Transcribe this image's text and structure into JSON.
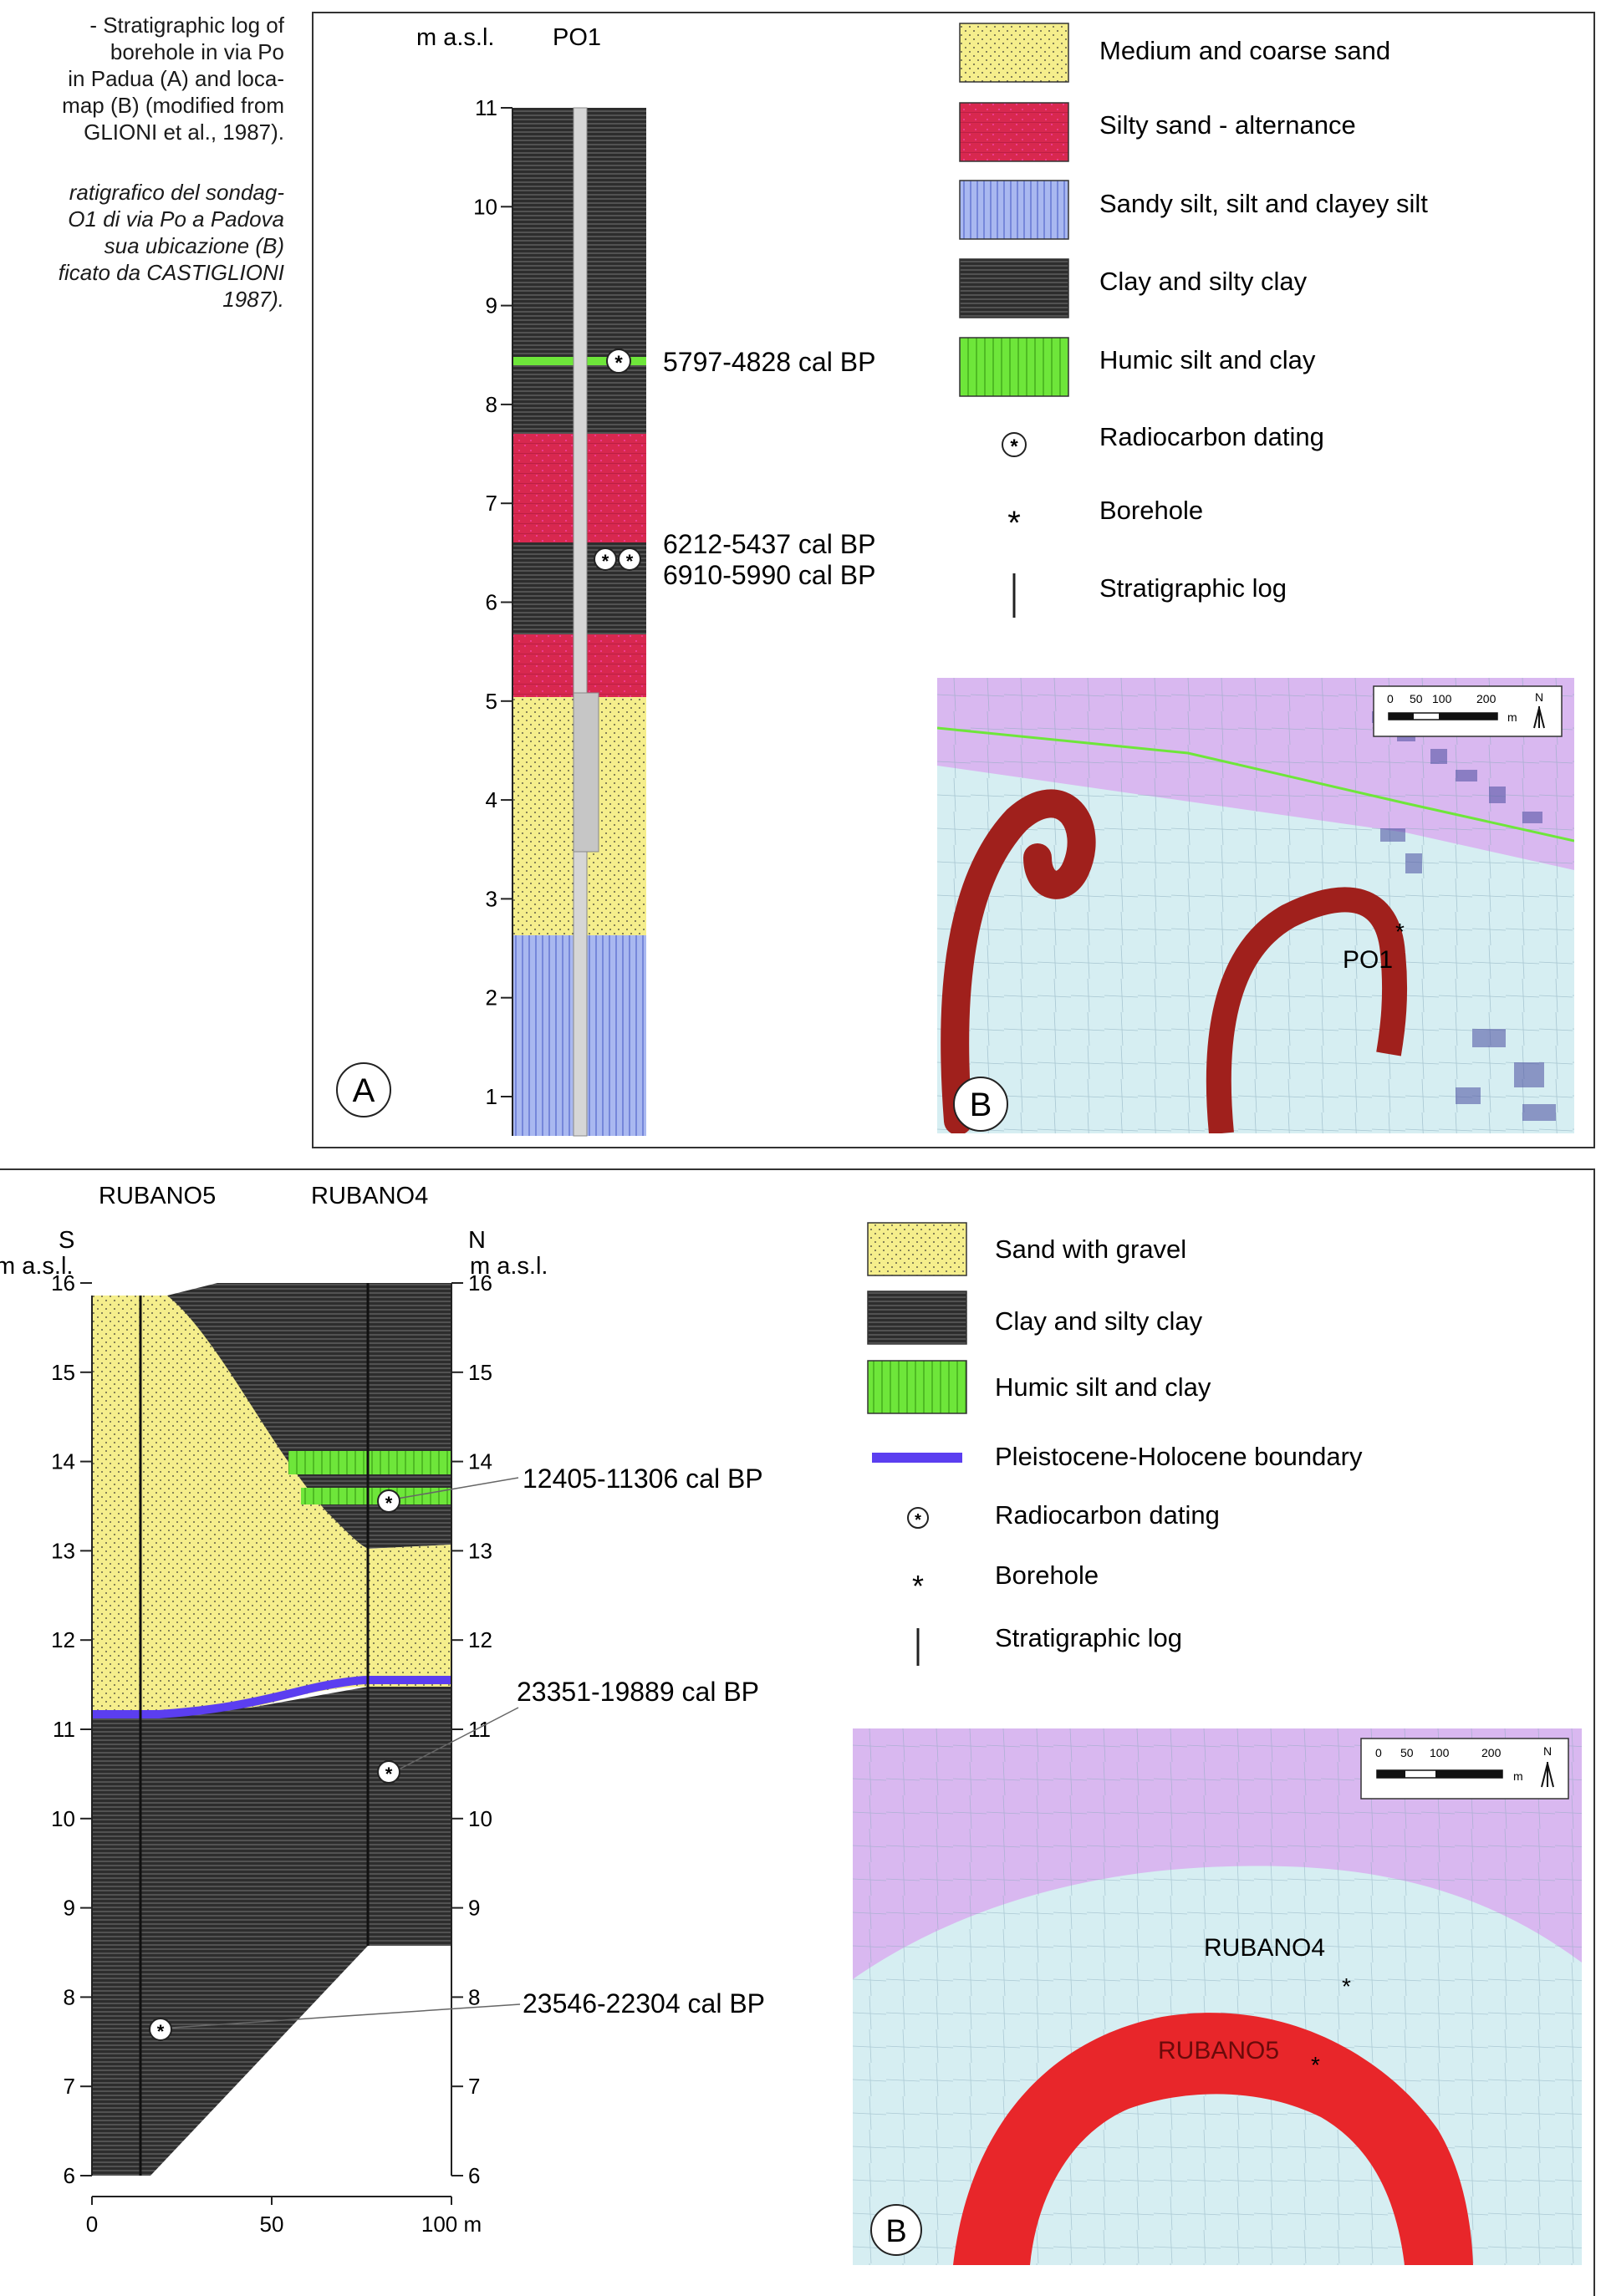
{
  "caption": {
    "english_lines": [
      "- Stratigraphic log of",
      "borehole in via Po",
      "in Padua (A) and loca-",
      "map (B) (modified from",
      "GLIONI et al., 1987)."
    ],
    "italian_lines": [
      "ratigrafico del sondag-",
      "O1 di via Po a Padova",
      "sua ubicazione (B)",
      "ficato da CASTIGLIONI",
      "1987)."
    ]
  },
  "panel_top": {
    "axis_label": "m a.s.l.",
    "log_name": "PO1",
    "axis_ticks": [
      "1",
      "2",
      "3",
      "4",
      "5",
      "6",
      "7",
      "8",
      "9",
      "10",
      "11"
    ],
    "dates": [
      "5797-4828 cal BP",
      "6212-5437 cal BP",
      "6910-5990 cal BP"
    ],
    "panel_letter_a": "A",
    "panel_letter_b": "B",
    "legend": [
      {
        "key": "medium-coarse-sand",
        "label": "Medium and coarse sand"
      },
      {
        "key": "silty-sand-alternance",
        "label": "Silty sand - alternance"
      },
      {
        "key": "sandy-silt",
        "label": "Sandy silt, silt and clayey silt"
      },
      {
        "key": "clay-silty-clay",
        "label": "Clay and silty clay"
      },
      {
        "key": "humic-silt-clay",
        "label": "Humic silt and clay"
      },
      {
        "key": "radiocarbon",
        "label": "Radiocarbon dating"
      },
      {
        "key": "borehole",
        "label": "Borehole"
      },
      {
        "key": "strat-log",
        "label": "Stratigraphic log"
      }
    ],
    "map": {
      "scale_ticks": [
        "0",
        "50",
        "100",
        "200"
      ],
      "scale_unit": "m",
      "north": "N",
      "borehole_label": "PO1"
    }
  },
  "panel_bottom": {
    "log_left": "RUBANO5",
    "log_right": "RUBANO4",
    "dir_left": "S",
    "dir_right": "N",
    "axis_label_left": "m a.s.l.",
    "axis_label_right": "m a.s.l.",
    "axis_ticks": [
      "6",
      "7",
      "8",
      "9",
      "10",
      "11",
      "12",
      "13",
      "14",
      "15",
      "16"
    ],
    "x_ticks": [
      "0",
      "50",
      "100 m"
    ],
    "dates": [
      "12405-11306 cal BP",
      "23351-19889 cal BP",
      "23546-22304 cal BP"
    ],
    "panel_letter_b": "B",
    "legend": [
      {
        "key": "sand-gravel",
        "label": "Sand with gravel"
      },
      {
        "key": "clay-silty-clay",
        "label": "Clay and silty clay"
      },
      {
        "key": "humic-silt-clay",
        "label": "Humic silt and clay"
      },
      {
        "key": "pleistocene-holocene",
        "label": "Pleistocene-Holocene boundary"
      },
      {
        "key": "radiocarbon",
        "label": "Radiocarbon dating"
      },
      {
        "key": "borehole",
        "label": "Borehole"
      },
      {
        "key": "strat-log",
        "label": "Stratigraphic log"
      }
    ],
    "map": {
      "scale_ticks": [
        "0",
        "50",
        "100",
        "200"
      ],
      "scale_unit": "m",
      "north": "N",
      "label_rubano4": "RUBANO4",
      "label_rubano5": "RUBANO5"
    }
  },
  "colors": {
    "sand_yellow": "#f5ee8c",
    "silty_sand_red": "#d8284f",
    "sandy_silt_blue": "#a9b8f0",
    "clay_dark": "#2d2d2d",
    "humic_green": "#6ee63a",
    "boundary_blue": "#5b3ef0",
    "map_purple": "#d9b8f0",
    "map_lightblue": "#d6eef2",
    "paleochannel_dark": "#a0201c",
    "paleochannel_red": "#e8262a"
  }
}
